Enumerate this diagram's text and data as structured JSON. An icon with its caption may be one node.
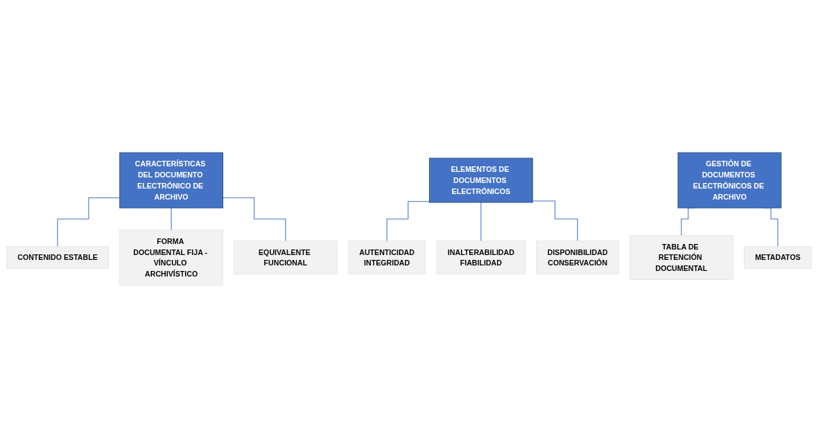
{
  "diagram": {
    "nodes": [
      {
        "text": [
          "CARACTERÍSTICAS DEL DOCUMENTO ELECTRÓNICO DE ARCHIVO"
        ]
      },
      {
        "text": [
          "CONTENIDO ESTABLE"
        ]
      },
      {
        "text": [
          "FORMA DOCUMENTAL FIJA - VÍNCULO ARCHIVÍSTICO"
        ]
      },
      {
        "text": [
          "EQUIVALENTE FUNCIONAL"
        ]
      },
      {
        "text": [
          "ELEMENTOS DE DOCUMENTOS ELECTRÓNICOS"
        ]
      },
      {
        "text": [
          "AUTENTICIDAD",
          "INTEGRIDAD"
        ]
      },
      {
        "text": [
          "INALTERABILIDAD",
          "FIABILIDAD"
        ]
      },
      {
        "text": [
          "DISPONIBILIDAD",
          "CONSERVACIÓN"
        ]
      },
      {
        "text": [
          "GESTIÓN DE DOCUMENTOS ELECTRÓNICOS DE ARCHIVO"
        ]
      },
      {
        "text": [
          "TABLA DE RETENCIÓN DOCUMENTAL"
        ]
      },
      {
        "text": [
          "METADATOS"
        ]
      }
    ],
    "edges": [
      {
        "from": 0,
        "to": 1,
        "arrow": "none"
      },
      {
        "from": 0,
        "to": 2,
        "arrow": "none"
      },
      {
        "from": 0,
        "to": 3,
        "arrow": "none"
      },
      {
        "from": 4,
        "to": 5,
        "arrow": "none"
      },
      {
        "from": 4,
        "to": 6,
        "arrow": "none"
      },
      {
        "from": 4,
        "to": 7,
        "arrow": "none"
      },
      {
        "from": 8,
        "to": 9,
        "arrow": "none"
      },
      {
        "from": 8,
        "to": 10,
        "arrow": "none"
      }
    ]
  }
}
